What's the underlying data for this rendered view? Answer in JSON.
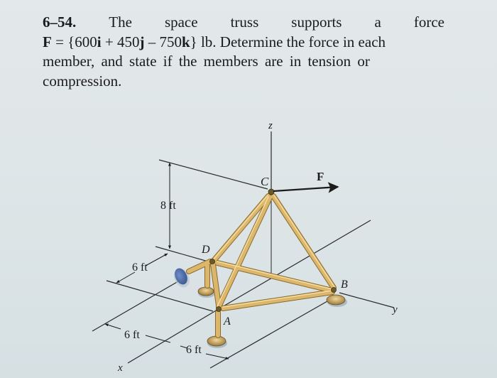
{
  "problem": {
    "number": "6–54.",
    "line1_words": [
      "The",
      "space",
      "truss",
      "supports",
      "a",
      "force"
    ],
    "line2": {
      "force_symbol": "F",
      "eq": " = {600",
      "i": "i",
      "plus": " + 450",
      "j": "j",
      "minus": " – 750",
      "k": "k",
      "rest": "} lb. Determine the force in each"
    },
    "line3": "member, and state if the members are in tension or",
    "line4": "compression."
  },
  "figure": {
    "axes": {
      "z": "z",
      "y": "y",
      "x": "x"
    },
    "joints": {
      "A": "A",
      "B": "B",
      "C": "C",
      "D": "D"
    },
    "force_label": "F",
    "dimensions": {
      "height": "8 ft",
      "dim_6ft_upper": "6 ft",
      "dim_6ft_lower_left": "6 ft",
      "dim_6ft_lower_right": "6 ft"
    },
    "colors": {
      "member": "#d9b36a",
      "member_edge": "#8a6a2c",
      "support_blue": "#4e6fa8",
      "line": "#2a2a2a"
    }
  }
}
